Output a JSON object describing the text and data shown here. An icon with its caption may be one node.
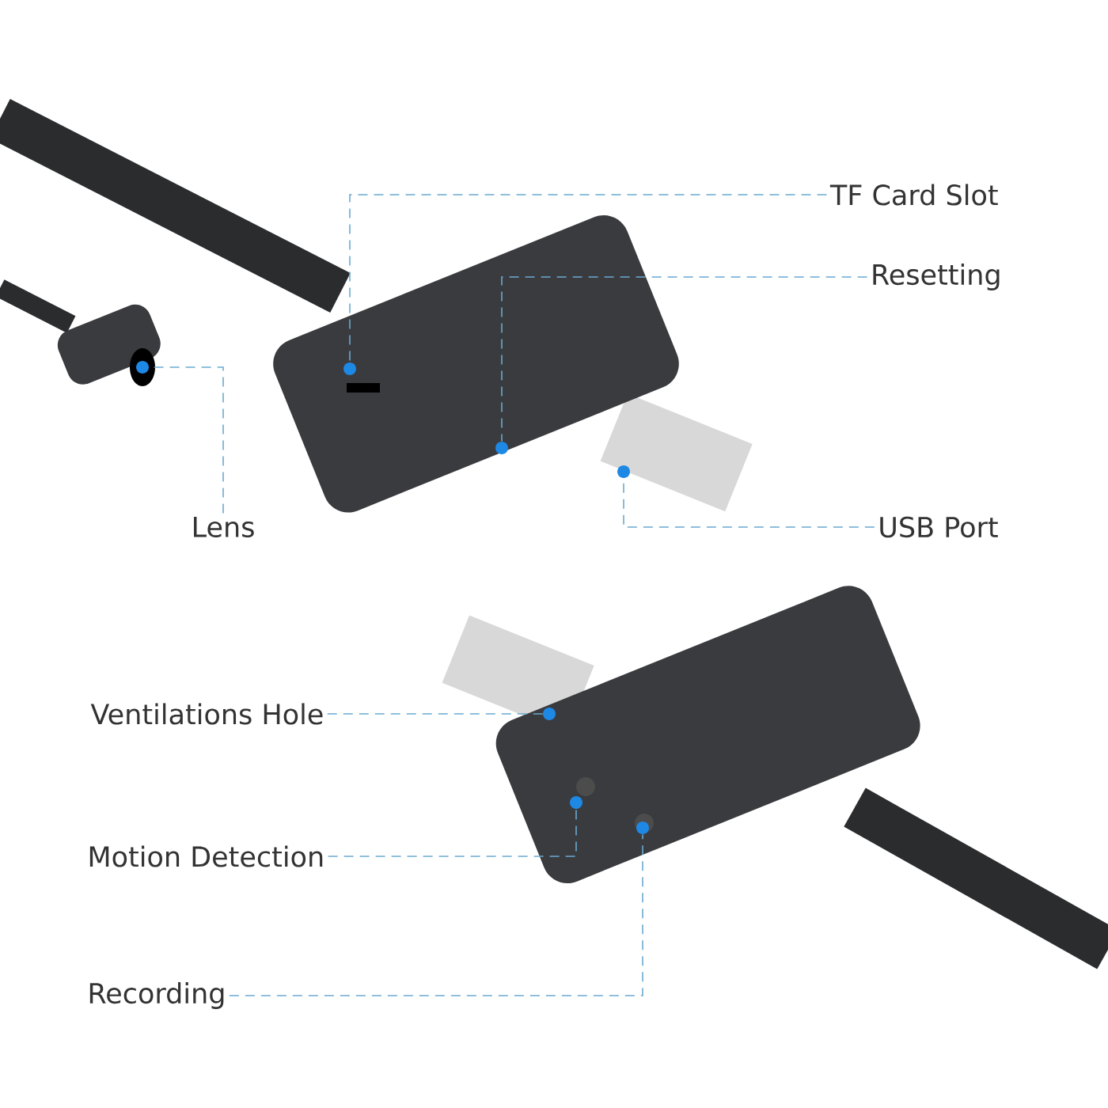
{
  "diagram": {
    "nodes": [
      {
        "text": [
          "TF Card Slot"
        ]
      },
      {
        "text": [
          "Resetting"
        ]
      },
      {
        "text": [
          "Lens"
        ]
      },
      {
        "text": [
          "USB Port"
        ]
      },
      {
        "text": [
          "Ventilations Hole"
        ]
      },
      {
        "text": [
          "Motion Detection"
        ]
      },
      {
        "text": [
          "Recording"
        ]
      },
      {
        "text": [],
        "shape": "circle"
      },
      {
        "text": [],
        "shape": "circle"
      },
      {
        "text": [],
        "shape": "circle"
      },
      {
        "text": [],
        "shape": "circle"
      },
      {
        "text": [],
        "shape": "circle"
      },
      {
        "text": [],
        "shape": "circle"
      },
      {
        "text": [],
        "shape": "circle"
      }
    ],
    "edges": [
      {
        "from": 0,
        "to": 7,
        "arrow": "none",
        "style": "dashed"
      },
      {
        "from": 1,
        "to": 8,
        "arrow": "none",
        "style": "dashed"
      },
      {
        "from": 2,
        "to": 9,
        "arrow": "none",
        "style": "dashed"
      },
      {
        "from": 3,
        "to": 10,
        "arrow": "none",
        "style": "dashed"
      },
      {
        "from": 4,
        "to": 11,
        "arrow": "none",
        "style": "dashed"
      },
      {
        "from": 5,
        "to": 12,
        "arrow": "none",
        "style": "dashed"
      },
      {
        "from": 6,
        "to": 13,
        "arrow": "none",
        "style": "dashed"
      }
    ]
  }
}
